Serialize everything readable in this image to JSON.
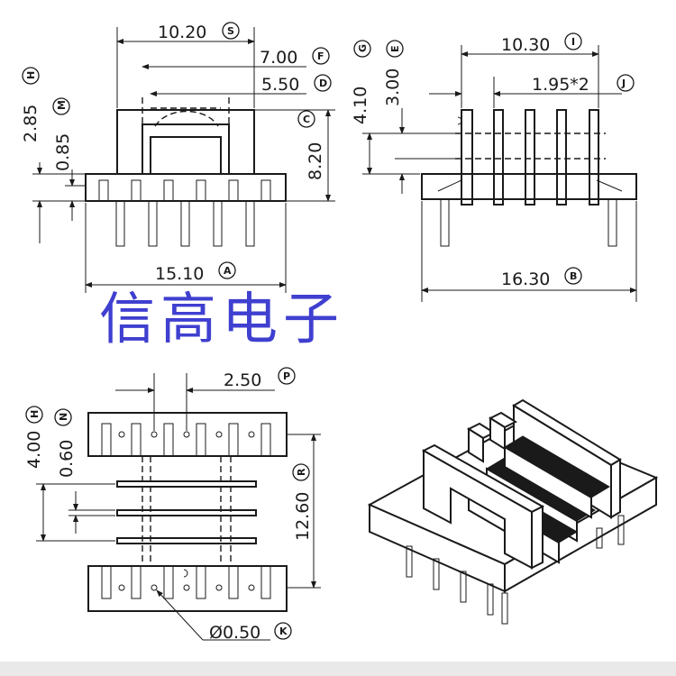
{
  "brand_text": "信高电子",
  "dimensions": {
    "front_width_top": "10.20",
    "front_width_top_tag": "S",
    "front_inner_1": "7.00",
    "front_inner_1_tag": "F",
    "front_inner_2": "5.50",
    "front_inner_2_tag": "D",
    "front_height_total": "8.20",
    "front_height_total_tag": "C",
    "front_left_2": "2.85",
    "front_left_2_tag": "H",
    "front_left_1": "0.85",
    "front_left_1_tag": "M",
    "front_base_width": "15.10",
    "front_base_width_tag": "A",
    "side_h1": "4.10",
    "side_h1_tag": "G",
    "side_h2": "3.00",
    "side_h2_tag": "E",
    "side_width_top": "10.30",
    "side_width_top_tag": "I",
    "side_pitch": "1.95*2",
    "side_pitch_tag": "J",
    "side_base_width": "16.30",
    "side_base_width_tag": "B",
    "bottom_pitch": "2.50",
    "bottom_pitch_tag": "P",
    "bottom_h1": "4.00",
    "bottom_h1_tag": "H",
    "bottom_h2": "0.60",
    "bottom_h2_tag": "N",
    "bottom_length": "12.60",
    "bottom_length_tag": "R",
    "pin_diameter": "Ø0.50",
    "pin_diameter_tag": "K"
  }
}
